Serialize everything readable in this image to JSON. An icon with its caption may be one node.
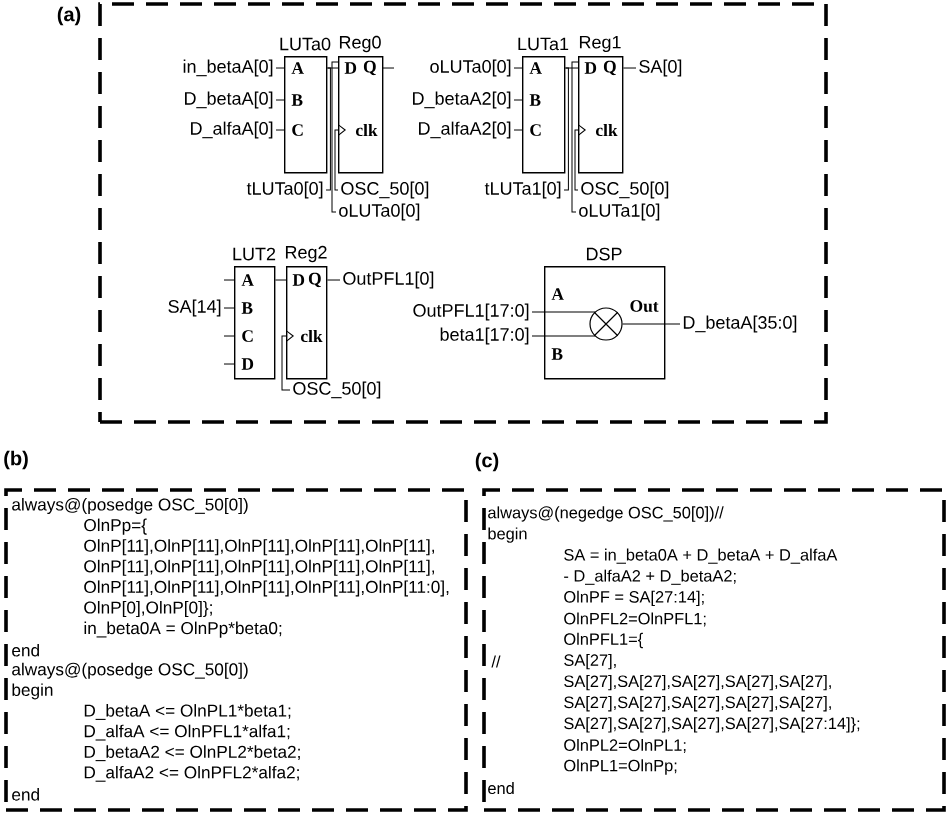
{
  "diagram": {
    "nodes": [
      {
        "text": [
          "(a)"
        ]
      },
      {
        "text": [
          "in_betaA[0]"
        ],
        "in": 0
      },
      {
        "text": [
          "D_betaA[0]"
        ],
        "in": 0
      },
      {
        "text": [
          "D_alfaA[0]"
        ],
        "in": 0
      },
      {
        "text": [
          "LUTa0",
          "A",
          "B",
          "C"
        ],
        "in": 0
      },
      {
        "text": [
          "Reg0",
          "D",
          "Q",
          "clk"
        ],
        "in": 0
      },
      {
        "text": [
          "oLUTa0[0]"
        ],
        "in": 0
      },
      {
        "text": [
          "D_betaA2[0]"
        ],
        "in": 0
      },
      {
        "text": [
          "D_alfaA2[0]"
        ],
        "in": 0
      },
      {
        "text": [
          "LUTa1",
          "A",
          "B",
          "C"
        ],
        "in": 0
      },
      {
        "text": [
          "Reg1",
          "D",
          "Q",
          "clk"
        ],
        "in": 0
      },
      {
        "text": [
          "SA[0]"
        ],
        "in": 0
      },
      {
        "text": [
          "tLUTa0[0]"
        ],
        "in": 0
      },
      {
        "text": [
          "OSC_50[0]"
        ],
        "in": 0
      },
      {
        "text": [
          "oLUTa0[0]"
        ],
        "in": 0
      },
      {
        "text": [
          "tLUTa1[0]"
        ],
        "in": 0
      },
      {
        "text": [
          "OSC_50[0]"
        ],
        "in": 0
      },
      {
        "text": [
          "oLUTa1[0]"
        ],
        "in": 0
      },
      {
        "text": [
          "SA[14]"
        ],
        "in": 0
      },
      {
        "text": [
          "LUT2",
          "A",
          "B",
          "C",
          "D"
        ],
        "in": 0
      },
      {
        "text": [
          "Reg2",
          "D",
          "Q",
          "clk"
        ],
        "in": 0
      },
      {
        "text": [
          "OutPFL1[0]"
        ],
        "in": 0
      },
      {
        "text": [
          "OSC_50[0]"
        ],
        "in": 0
      },
      {
        "text": [
          "OutPFL1[17:0]"
        ],
        "in": 0
      },
      {
        "text": [
          "beta1[17:0]"
        ],
        "in": 0
      },
      {
        "text": [
          "DSP",
          "A",
          "B",
          "Out"
        ],
        "in": 0
      },
      {
        "text": [],
        "shape": "circle",
        "in": 25
      },
      {
        "text": [
          "D_betaA[35:0]"
        ],
        "in": 0
      },
      {
        "text": [
          "(b)",
          "always@(posedge OSC_50[0])",
          "OlnPp={",
          "OlnP[11],OlnP[11],OlnP[11],OlnP[11],OlnP[11],",
          "OlnP[11],OlnP[11],OlnP[11],OlnP[11],OlnP[11],",
          "OlnP[11],OlnP[11],OlnP[11],OlnP[11],OlnP[11:0],",
          "OlnP[0],OlnP[0]};",
          "in_beta0A = OlnPp*beta0;",
          "end",
          "always@(posedge OSC_50[0])",
          "begin",
          "D_betaA <= OlnPL1*beta1;",
          "D_alfaA <= OlnPFL1*alfa1;",
          "D_betaA2 <= OlnPL2*beta2;",
          "D_alfaA2 <= OlnPFL2*alfa2;",
          "end"
        ]
      },
      {
        "text": [
          "(c)",
          "always@(negedge OSC_50[0])//",
          "begin",
          "SA = in_beta0A + D_betaA + D_alfaA",
          "- D_alfaA2 + D_betaA2;",
          "OlnPF = SA[27:14];",
          "OlnPFL2=OlnPFL1;",
          "OlnPFL1={",
          "//",
          "SA[27],",
          "SA[27],SA[27],SA[27],SA[27],SA[27],",
          "SA[27],SA[27],SA[27],SA[27],SA[27],",
          "SA[27],SA[27],SA[27],SA[27],SA[27:14]};",
          "OlnPL2=OlnPL1;",
          "OlnPL1=OlnPp;",
          "end"
        ]
      }
    ],
    "edges": [
      {
        "from": 1,
        "to": 4,
        "arrow": "none"
      },
      {
        "from": 2,
        "to": 4,
        "arrow": "none"
      },
      {
        "from": 3,
        "to": 4,
        "arrow": "none"
      },
      {
        "from": 4,
        "to": 5,
        "arrow": "none"
      },
      {
        "from": 4,
        "to": 12,
        "arrow": "none"
      },
      {
        "from": 13,
        "to": 5,
        "arrow": "to"
      },
      {
        "from": 5,
        "to": 14,
        "arrow": "none"
      },
      {
        "from": 6,
        "to": 9,
        "arrow": "none"
      },
      {
        "from": 7,
        "to": 9,
        "arrow": "none"
      },
      {
        "from": 8,
        "to": 9,
        "arrow": "none"
      },
      {
        "from": 9,
        "to": 10,
        "arrow": "none"
      },
      {
        "from": 9,
        "to": 15,
        "arrow": "none"
      },
      {
        "from": 16,
        "to": 10,
        "arrow": "to"
      },
      {
        "from": 10,
        "to": 11,
        "arrow": "none"
      },
      {
        "from": 10,
        "to": 17,
        "arrow": "none"
      },
      {
        "from": 18,
        "to": 19,
        "arrow": "none"
      },
      {
        "from": 19,
        "to": 20,
        "arrow": "none"
      },
      {
        "from": 20,
        "to": 21,
        "arrow": "none"
      },
      {
        "from": 22,
        "to": 20,
        "arrow": "to"
      },
      {
        "from": 23,
        "to": 26,
        "arrow": "none"
      },
      {
        "from": 24,
        "to": 26,
        "arrow": "none"
      },
      {
        "from": 26,
        "to": 27,
        "arrow": "none"
      }
    ]
  }
}
